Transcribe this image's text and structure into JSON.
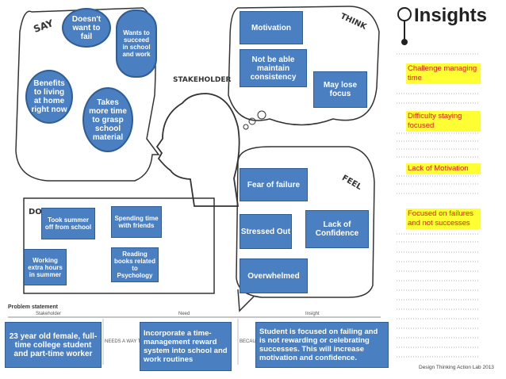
{
  "say": {
    "label": "SAY",
    "bubbles": [
      {
        "text": "Doesn't want to fail"
      },
      {
        "text": "Wants to succeed in school and work"
      },
      {
        "text": "Benefits to living at home right now"
      },
      {
        "text": "Takes more time to grasp school material"
      }
    ]
  },
  "think": {
    "label": "THINK",
    "boxes": [
      {
        "text": "Motivation"
      },
      {
        "text": "Not be able maintain consistency"
      },
      {
        "text": "May lose focus"
      }
    ]
  },
  "stakeholder_label": "STAKEHOLDER",
  "feel": {
    "label": "FEEL",
    "boxes": [
      {
        "text": "Fear of failure"
      },
      {
        "text": "Stressed Out"
      },
      {
        "text": "Lack of Confidence"
      },
      {
        "text": "Overwhelmed"
      }
    ]
  },
  "do": {
    "label": "DO",
    "boxes": [
      {
        "text": "Took summer off from school"
      },
      {
        "text": "Spending time with friends"
      },
      {
        "text": "Working extra hours in summer"
      },
      {
        "text": "Reading books related to Psychology"
      }
    ]
  },
  "insights": {
    "title": "Insights",
    "notes": [
      {
        "text": "Challenge managing time"
      },
      {
        "text": "Difficulty staying focused"
      },
      {
        "text": "Lack of Motivation"
      },
      {
        "text": "Focused on failures and not successes"
      }
    ]
  },
  "problem": {
    "title": "Problem statement",
    "col_stakeholder": "Stakeholder",
    "col_need": "Need",
    "col_insight": "Insight",
    "connector_1": "NEEDS A WAY TO",
    "connector_2": "BECAUSE",
    "stakeholder_text": "23 year old female, full-time college student and part-time worker",
    "need_text": "Incorporate a time-management reward system into school and work routines",
    "insight_text": "Student is focused on failing and is not rewarding or celebrating successes.  This will increase motivation and confidence."
  },
  "footer": "Design Thinking Action Lab 2013"
}
